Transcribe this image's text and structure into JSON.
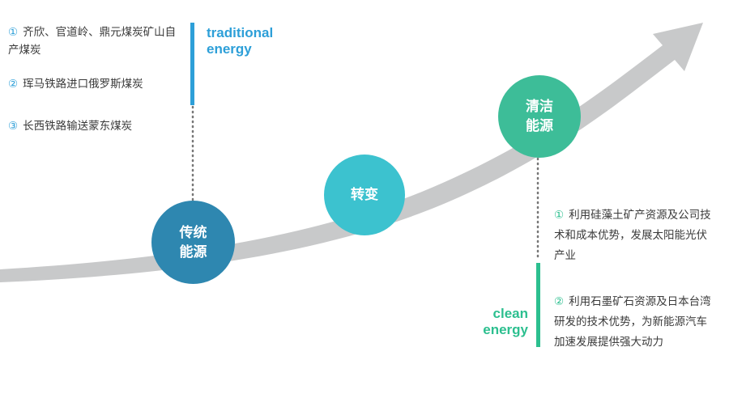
{
  "colors": {
    "arrow": "#c8c9ca",
    "traditional": "#2e87b0",
    "transition": "#3cc2cf",
    "clean": "#3dbd98",
    "traditional_bar": "#2d9fd8",
    "clean_bar": "#2cbf8f",
    "dots": "#777777"
  },
  "traditional": {
    "circle_label": "传统\n能源",
    "english": "traditional\nenergy",
    "items": [
      {
        "num": "①",
        "text": "齐欣、官道岭、鼎元煤炭矿山自产煤炭"
      },
      {
        "num": "②",
        "text": "珲马铁路进口俄罗斯煤炭"
      },
      {
        "num": "③",
        "text": "长西铁路输送蒙东煤炭"
      }
    ]
  },
  "transition": {
    "circle_label": "转变"
  },
  "clean": {
    "circle_label": "清洁\n能源",
    "english": "clean\nenergy",
    "items": [
      {
        "num": "①",
        "text": "利用硅藻土矿产资源及公司技术和成本优势，发展太阳能光伏产业"
      },
      {
        "num": "②",
        "text": "利用石墨矿石资源及日本台湾研发的技术优势，为新能源汽车加速发展提供强大动力"
      }
    ]
  }
}
